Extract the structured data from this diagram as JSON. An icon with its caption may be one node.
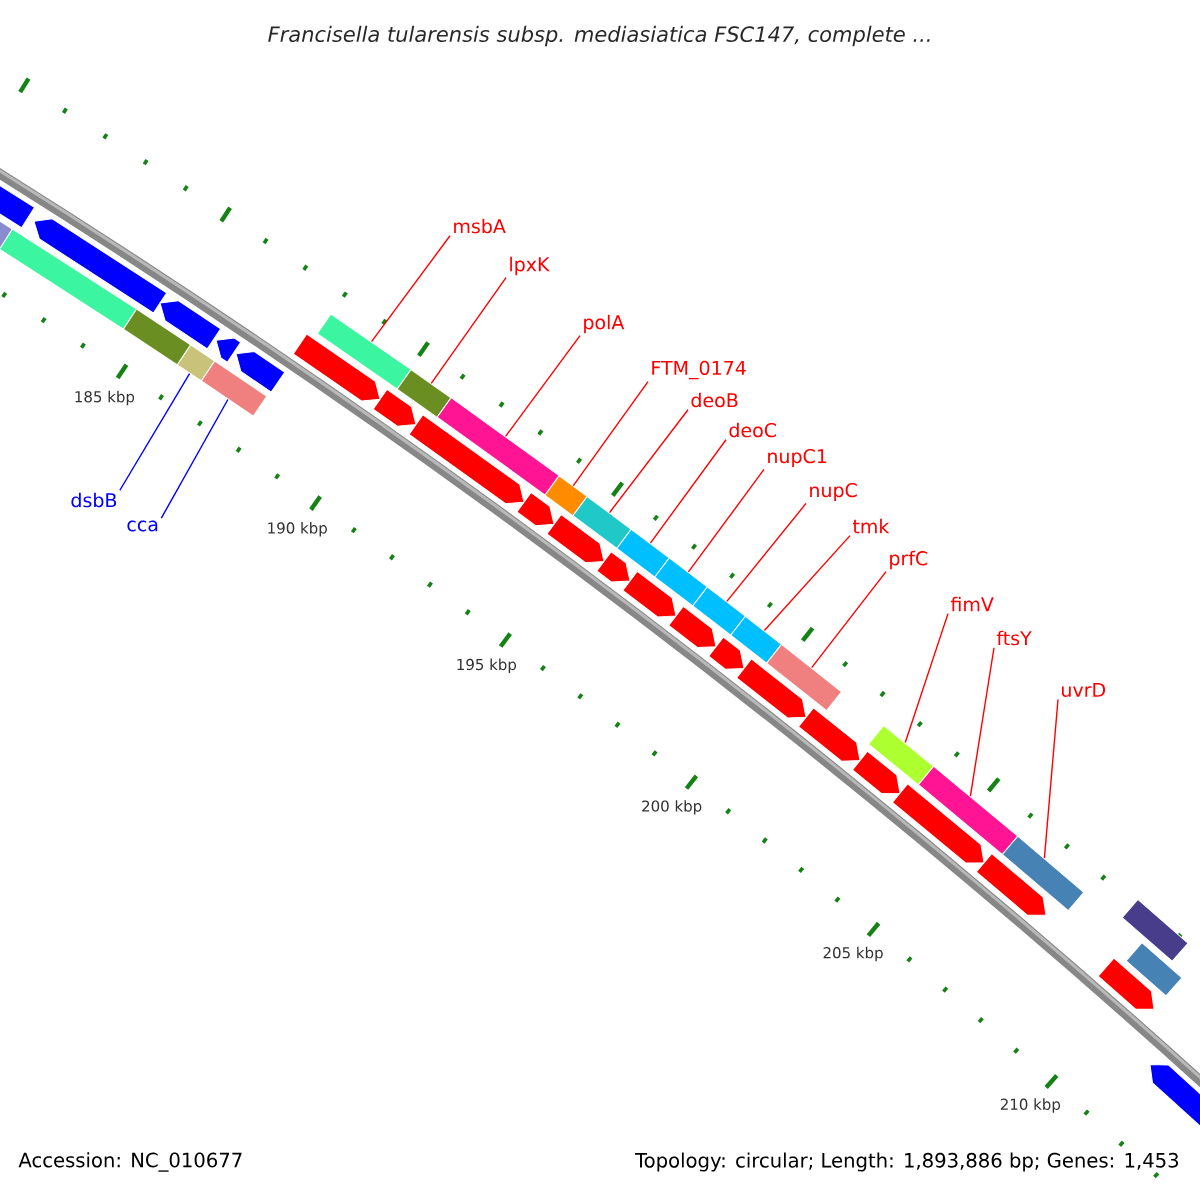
{
  "diagram": {
    "title": "Francisella tularensis subsp. mediasiatica FSC147, complete ...",
    "nodes": [
      {
        "text": [
          "msbA"
        ]
      },
      {
        "text": [
          "lpxK"
        ]
      },
      {
        "text": [
          "polA"
        ]
      },
      {
        "text": [
          "FTM_0174"
        ]
      },
      {
        "text": [
          "deoB"
        ]
      },
      {
        "text": [
          "deoC"
        ]
      },
      {
        "text": [
          "nupC1"
        ]
      },
      {
        "text": [
          "nupC"
        ]
      },
      {
        "text": [
          "tmk"
        ]
      },
      {
        "text": [
          "dsbB"
        ]
      },
      {
        "text": [
          "cca"
        ]
      },
      {
        "text": [
          "prfC"
        ]
      },
      {
        "text": [
          "fimV"
        ]
      },
      {
        "text": [
          "ftsY"
        ]
      },
      {
        "text": [
          "uvrD"
        ]
      },
      {
        "text": [],
        "shape": "bar"
      },
      {
        "text": [],
        "shape": "bar"
      },
      {
        "text": [],
        "shape": "bar"
      },
      {
        "text": [],
        "shape": "bar"
      },
      {
        "text": [],
        "shape": "bar"
      },
      {
        "text": [],
        "shape": "bar"
      },
      {
        "text": [],
        "shape": "bar"
      },
      {
        "text": [],
        "shape": "bar"
      },
      {
        "text": [],
        "shape": "bar"
      },
      {
        "text": [],
        "shape": "bar"
      },
      {
        "text": [],
        "shape": "bar"
      },
      {
        "text": [],
        "shape": "bar"
      },
      {
        "text": [],
        "shape": "bar"
      },
      {
        "text": [],
        "shape": "bar"
      },
      {
        "text": [],
        "shape": "bar"
      }
    ],
    "edges": [
      {
        "from": 0,
        "to": 15,
        "arrow": "none"
      },
      {
        "from": 1,
        "to": 16,
        "arrow": "none"
      },
      {
        "from": 2,
        "to": 17,
        "arrow": "none"
      },
      {
        "from": 3,
        "to": 18,
        "arrow": "none"
      },
      {
        "from": 4,
        "to": 19,
        "arrow": "none"
      },
      {
        "from": 5,
        "to": 20,
        "arrow": "none"
      },
      {
        "from": 6,
        "to": 21,
        "arrow": "none"
      },
      {
        "from": 7,
        "to": 22,
        "arrow": "none"
      },
      {
        "from": 8,
        "to": 23,
        "arrow": "none"
      },
      {
        "from": 9,
        "to": 24,
        "arrow": "none",
        "color": "#0000ff"
      },
      {
        "from": 10,
        "to": 25,
        "arrow": "none",
        "color": "#0000ff"
      },
      {
        "from": 11,
        "to": 26,
        "arrow": "none"
      },
      {
        "from": 12,
        "to": 27,
        "arrow": "none"
      },
      {
        "from": 13,
        "to": 28,
        "arrow": "none"
      },
      {
        "from": 14,
        "to": 29,
        "arrow": "none"
      }
    ],
    "labels": [
      "185 kbp",
      "190 kbp",
      "195 kbp",
      "200 kbp",
      "205 kbp",
      "210 kbp",
      "Accession: NC_010677",
      "Topology: circular; Length: 1,893,886 bp; Genes: 1,453"
    ]
  }
}
